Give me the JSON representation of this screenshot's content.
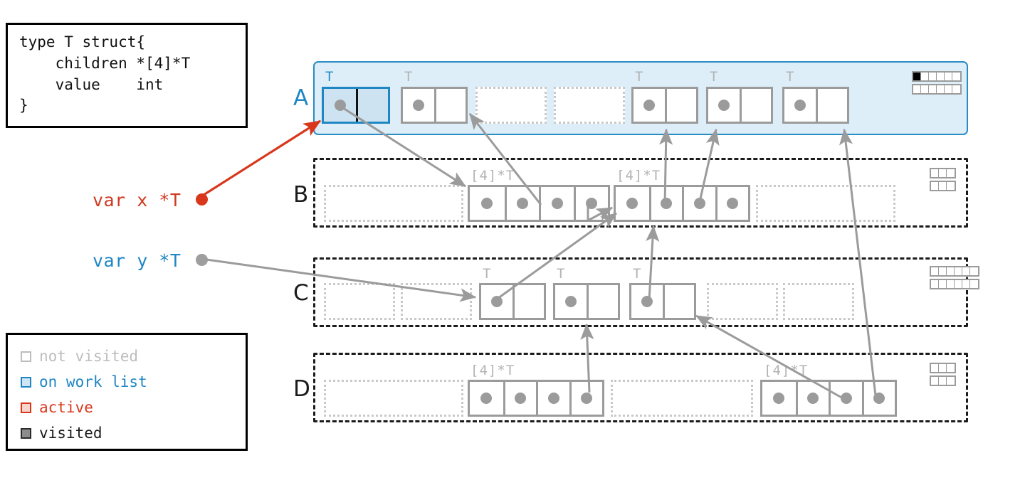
{
  "struct_def": {
    "label": "type-definition",
    "code": "type T struct{\n    children *[4]*T\n    value    int\n}"
  },
  "legend": {
    "title": "gc-state-legend",
    "items": [
      {
        "label": "not visited",
        "color": "#bdbdbd",
        "fill": "#ffffff"
      },
      {
        "label": "on work list",
        "color": "#1f86c4",
        "fill": "#cfe5f3"
      },
      {
        "label": "active",
        "color": "#d8371c",
        "fill": "#f6d5cd"
      },
      {
        "label": "visited",
        "color": "#2b2b2b",
        "fill": "#8c8c8c"
      }
    ]
  },
  "variables": [
    {
      "name": "var x *T",
      "color": "#cf3a20",
      "dot_color": "#d8371c"
    },
    {
      "name": "var y *T",
      "color": "#1f86c4",
      "dot_color": "#9e9e9e"
    }
  ],
  "rows": [
    {
      "label": "A",
      "label_color": "#1f86c4",
      "state": "on work list",
      "bitmap": {
        "cols": 6,
        "rows": 2,
        "filled": 1
      },
      "objects": [
        {
          "type": "T",
          "kind": "highlight",
          "cells": 2,
          "dots": [
            true,
            false
          ],
          "type_label_color": "#2b8cc4"
        },
        {
          "type": "T",
          "kind": "solid",
          "cells": 2,
          "dots": [
            true,
            false
          ]
        },
        {
          "type": "",
          "kind": "free",
          "cells": 1,
          "dots": [
            false
          ]
        },
        {
          "type": "",
          "kind": "free",
          "cells": 1,
          "dots": [
            false
          ]
        },
        {
          "type": "T",
          "kind": "solid",
          "cells": 2,
          "dots": [
            true,
            false
          ]
        },
        {
          "type": "T",
          "kind": "solid",
          "cells": 2,
          "dots": [
            true,
            false
          ]
        },
        {
          "type": "T",
          "kind": "solid",
          "cells": 2,
          "dots": [
            true,
            false
          ]
        }
      ]
    },
    {
      "label": "B",
      "label_color": "#1b1b1b",
      "state": "not visited",
      "bitmap": {
        "cols": 3,
        "rows": 2,
        "filled": 0
      },
      "objects": [
        {
          "type": "",
          "kind": "free",
          "cells": 1,
          "dots": [
            false
          ]
        },
        {
          "type": "[4]*T",
          "kind": "solid",
          "cells": 4,
          "dots": [
            true,
            true,
            true,
            true
          ]
        },
        {
          "type": "[4]*T",
          "kind": "solid",
          "cells": 4,
          "dots": [
            true,
            true,
            true,
            true
          ]
        },
        {
          "type": "",
          "kind": "free",
          "cells": 1,
          "dots": [
            false
          ]
        }
      ]
    },
    {
      "label": "C",
      "label_color": "#1b1b1b",
      "state": "not visited",
      "bitmap": {
        "cols": 6,
        "rows": 2,
        "filled": 0
      },
      "objects": [
        {
          "type": "",
          "kind": "free",
          "cells": 1,
          "dots": [
            false
          ]
        },
        {
          "type": "",
          "kind": "free",
          "cells": 1,
          "dots": [
            false
          ]
        },
        {
          "type": "T",
          "kind": "solid",
          "cells": 2,
          "dots": [
            true,
            false
          ]
        },
        {
          "type": "T",
          "kind": "solid",
          "cells": 2,
          "dots": [
            true,
            false
          ]
        },
        {
          "type": "T",
          "kind": "solid",
          "cells": 2,
          "dots": [
            true,
            false
          ]
        },
        {
          "type": "",
          "kind": "free",
          "cells": 1,
          "dots": [
            false
          ]
        },
        {
          "type": "",
          "kind": "free",
          "cells": 1,
          "dots": [
            false
          ]
        }
      ]
    },
    {
      "label": "D",
      "label_color": "#1b1b1b",
      "state": "not visited",
      "bitmap": {
        "cols": 3,
        "rows": 2,
        "filled": 0
      },
      "objects": [
        {
          "type": "",
          "kind": "free",
          "cells": 1,
          "dots": [
            false
          ]
        },
        {
          "type": "[4]*T",
          "kind": "solid",
          "cells": 4,
          "dots": [
            true,
            true,
            true,
            true
          ]
        },
        {
          "type": "",
          "kind": "free",
          "cells": 1,
          "dots": [
            false
          ]
        },
        {
          "type": "[4]*T",
          "kind": "solid",
          "cells": 4,
          "dots": [
            true,
            true,
            true,
            true
          ]
        }
      ]
    }
  ],
  "colors": {
    "active": "#d8371c",
    "worklist": "#1f86c4",
    "pointer": "#9b9b9b",
    "band_fill": "#ddeef8",
    "band_border": "#2b8cc4",
    "not_visited": "#bdbdbd"
  }
}
